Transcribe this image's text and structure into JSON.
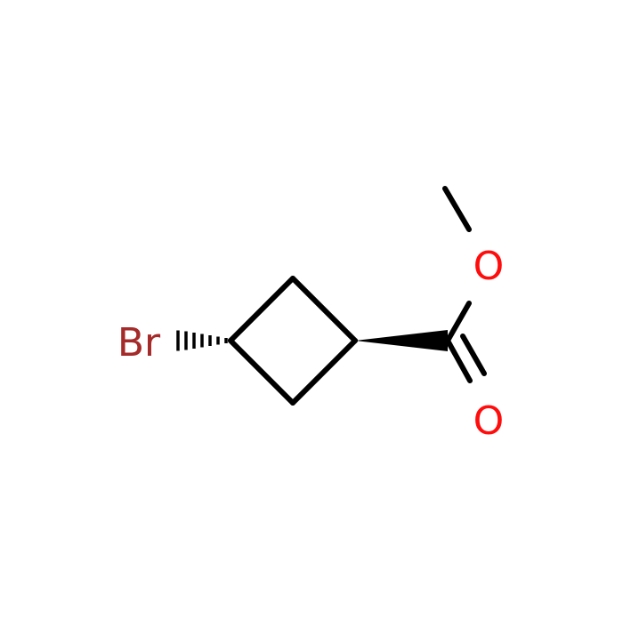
{
  "molecule": {
    "atoms": {
      "bromine": {
        "label": "Br",
        "color": "#a52a2a"
      },
      "ether_oxygen": {
        "label": "O",
        "color": "#ff0d0d"
      },
      "carbonyl_oxygen": {
        "label": "O",
        "color": "#ff0d0d"
      }
    },
    "bond_color": "#000000",
    "stereo": {
      "bromine_bond": "hashed-wedge",
      "ester_bond": "solid-wedge"
    }
  }
}
